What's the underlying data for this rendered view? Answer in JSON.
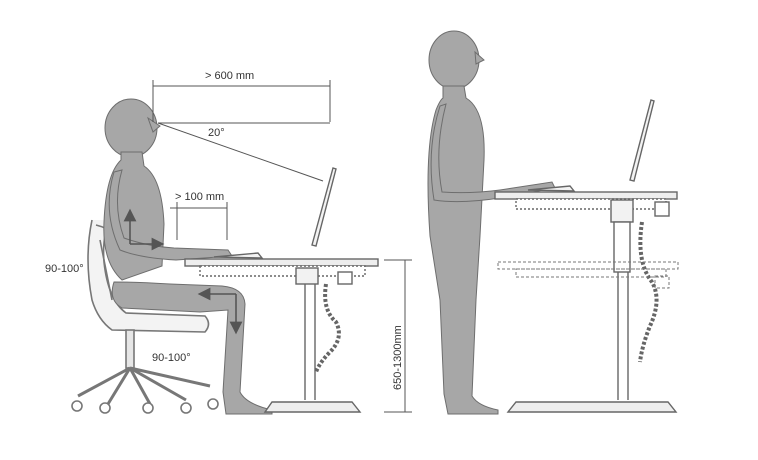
{
  "labels": {
    "eye_distance": "> 600 mm",
    "view_angle": "20°",
    "elbow_distance": "> 100 mm",
    "elbow_angle": "90-100°",
    "knee_angle": "90-100°",
    "height_range": "650-1300mm"
  },
  "colors": {
    "figure_fill": "#a7a7a7",
    "figure_stroke": "#6e6e6e",
    "line": "#555555",
    "desk_top": "#eeeeee"
  }
}
